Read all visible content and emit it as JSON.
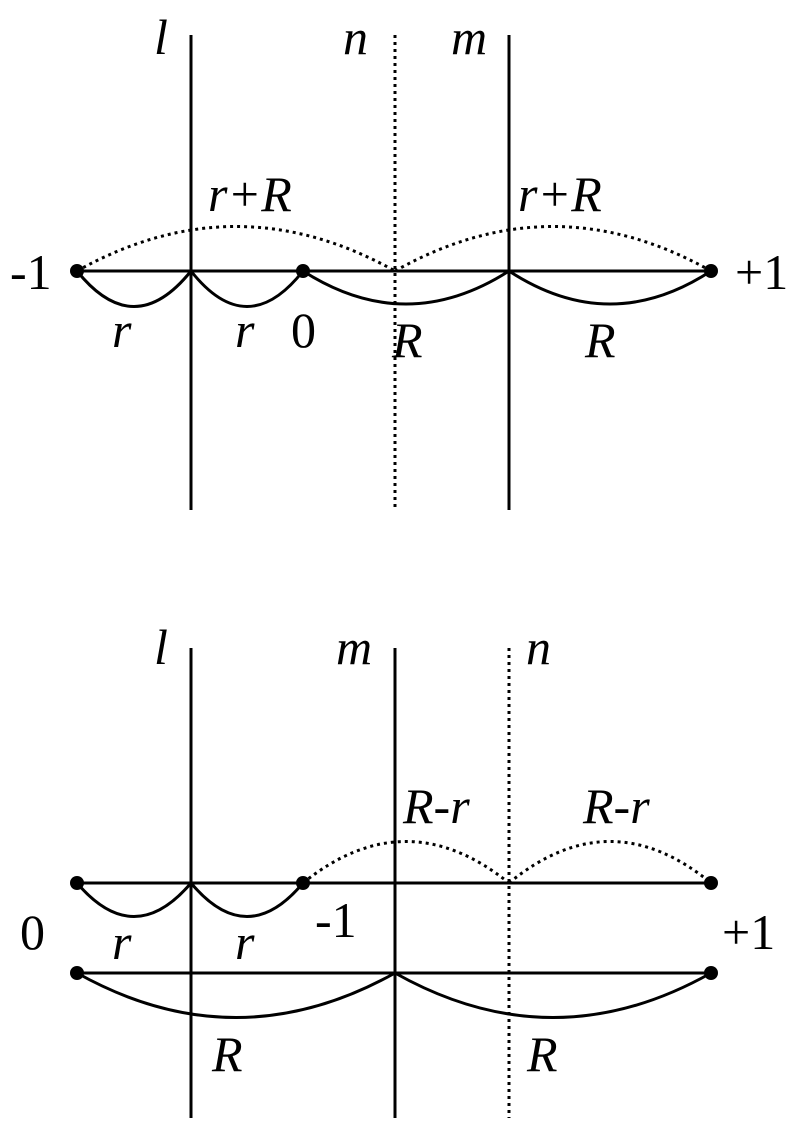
{
  "top": {
    "lines": {
      "l": "l",
      "n": "n",
      "m": "m"
    },
    "points": {
      "left": "-1",
      "mid": "0",
      "right": "+1"
    },
    "arcs": {
      "r1": "r",
      "r2": "r",
      "R1": "R",
      "R2": "R",
      "rR1": "r+R",
      "rR2": "r+R"
    }
  },
  "bottom": {
    "lines": {
      "l": "l",
      "m": "m",
      "n": "n"
    },
    "points": {
      "left": "0",
      "mid": "-1",
      "right": "+1"
    },
    "arcs": {
      "r1": "r",
      "r2": "r",
      "R1": "R",
      "R2": "R",
      "Rr1": "R-r",
      "Rr2": "R-r"
    }
  }
}
